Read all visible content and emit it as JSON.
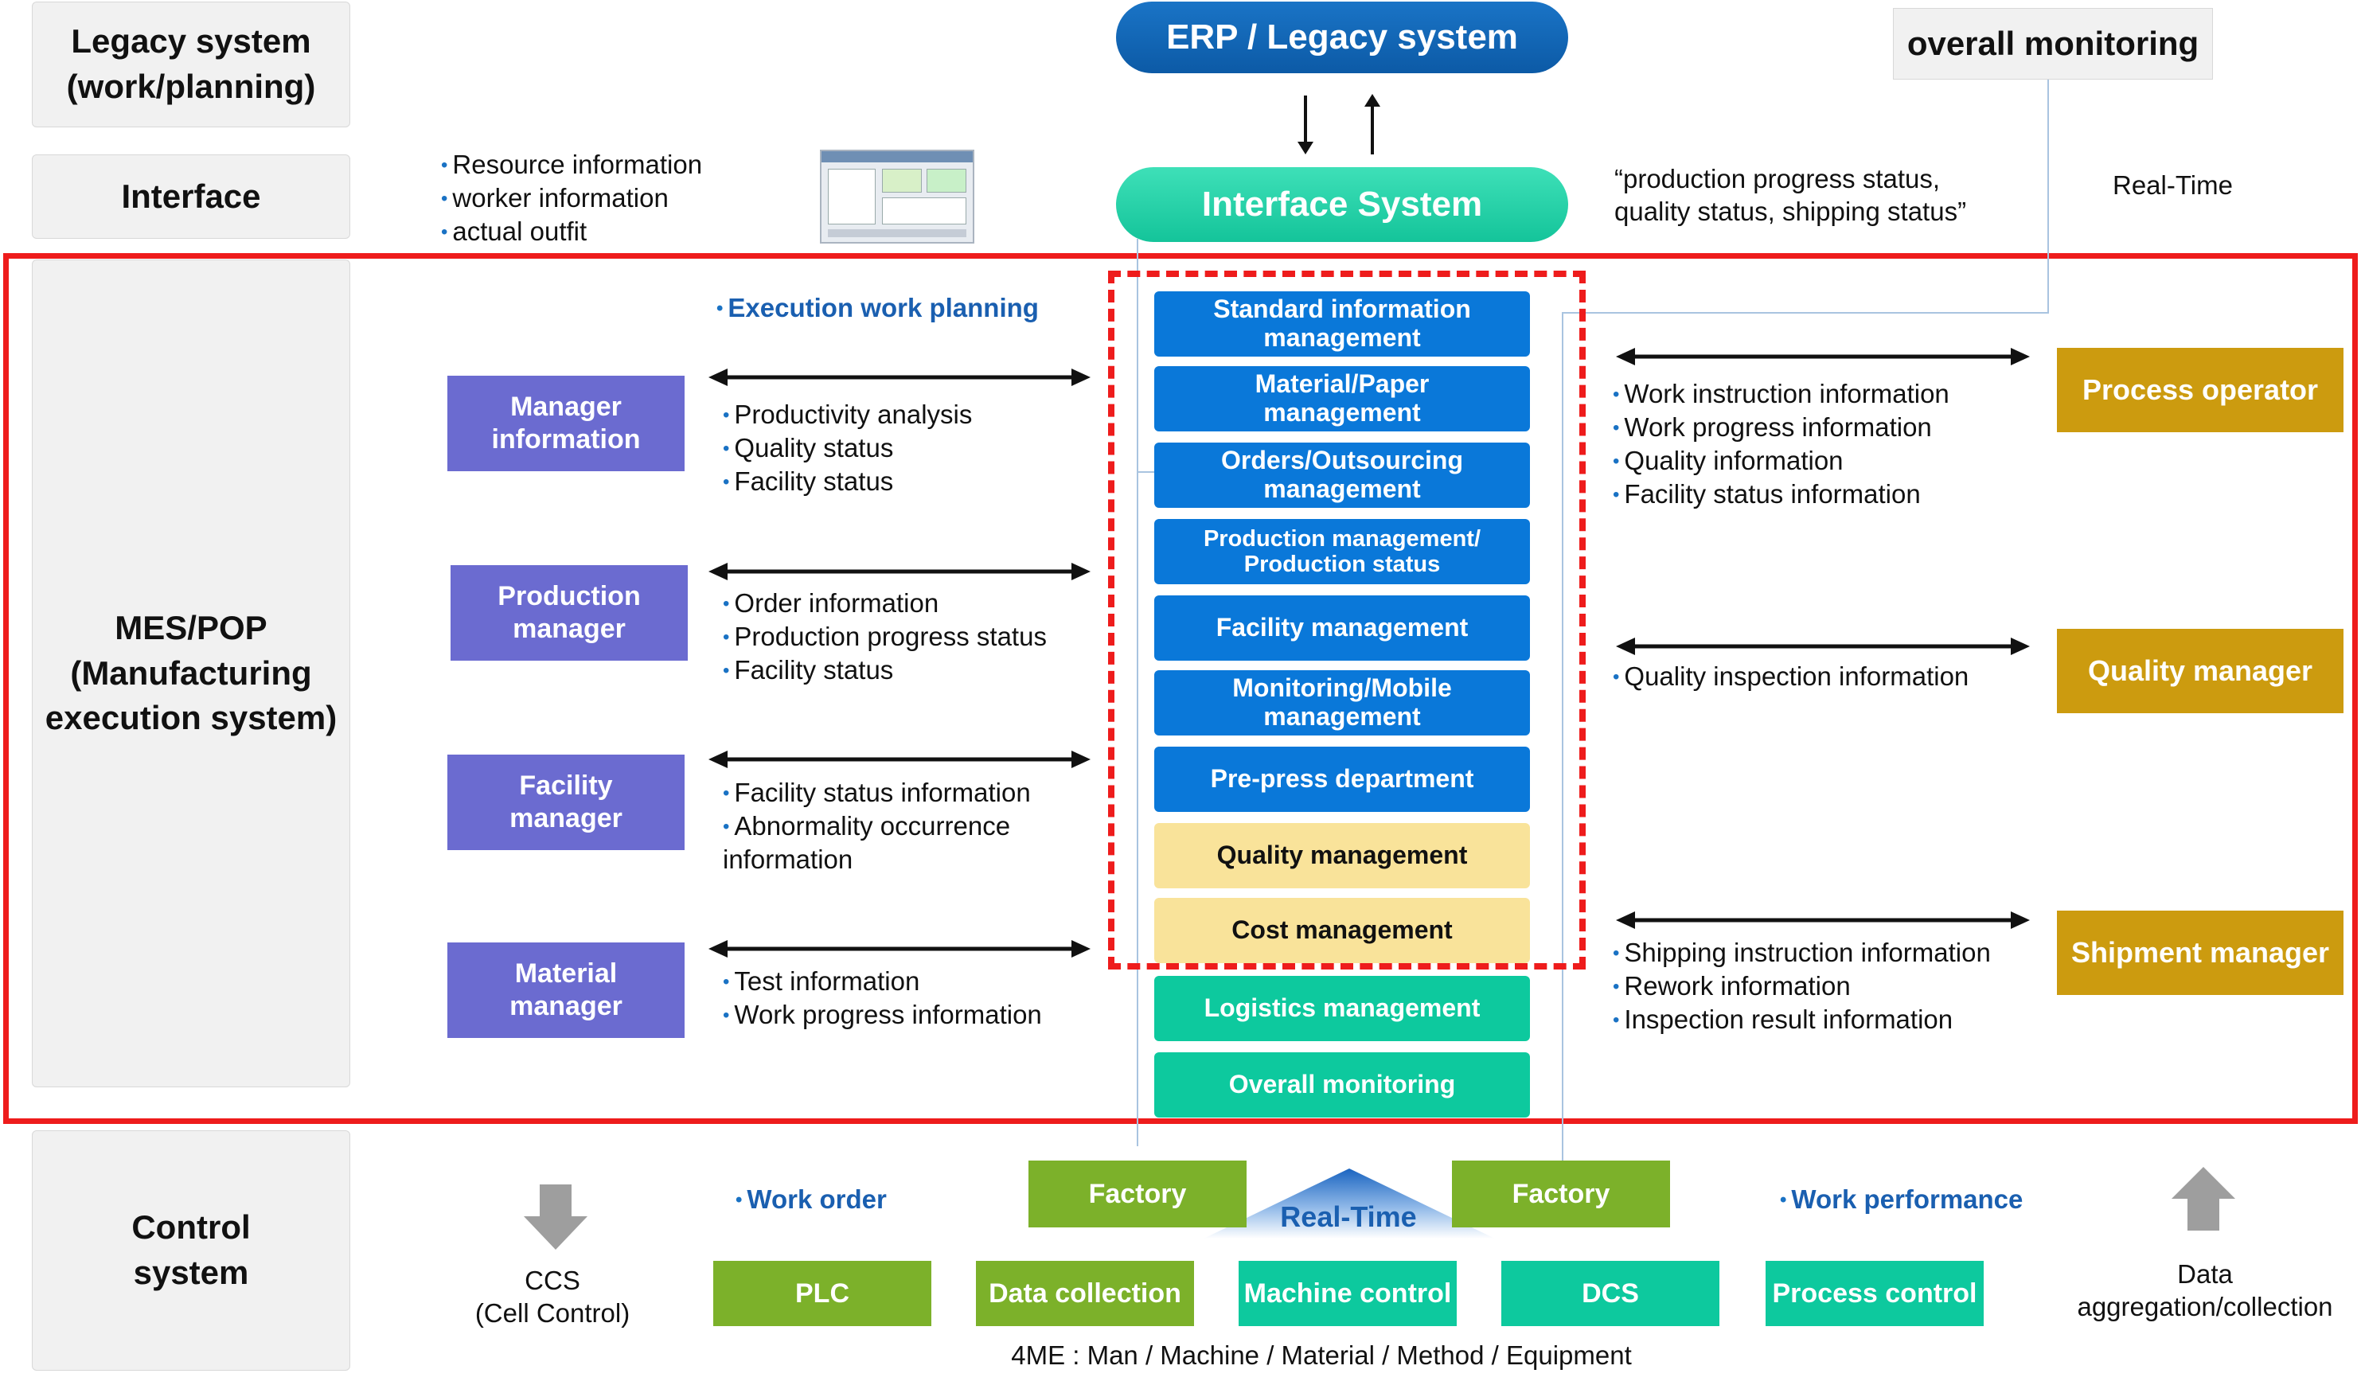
{
  "rows": {
    "legacy": "Legacy system\n(work/planning)",
    "interface": "Interface",
    "mes": "MES/POP\n(Manufacturing\nexecution system)",
    "control": "Control\nsystem"
  },
  "top": {
    "erp": "ERP / Legacy system",
    "interface_system": "Interface System",
    "overall_monitoring": "overall monitoring",
    "realtime": "Real-Time",
    "interface_bullets": [
      "Resource information",
      "worker information",
      "actual outfit"
    ],
    "progress_quote": "“production progress status,\nquality status, shipping status”"
  },
  "execution_planning": "Execution work planning",
  "roles": [
    {
      "label": "Manager\ninformation",
      "bullets": [
        "Productivity analysis",
        "Quality status",
        "Facility status"
      ]
    },
    {
      "label": "Production\nmanager",
      "bullets": [
        "Order information",
        "Production progress status",
        "Facility status"
      ]
    },
    {
      "label": "Facility\nmanager",
      "bullets": [
        "Facility status information",
        "Abnormality occurrence"
      ],
      "continuation": "information"
    },
    {
      "label": "Material\nmanager",
      "bullets": [
        "Test information",
        "Work progress information"
      ]
    }
  ],
  "modules": [
    "Standard information\nmanagement",
    "Material/Paper\nmanagement",
    "Orders/Outsourcing\nmanagement",
    "Production management/\nProduction status",
    "Facility management",
    "Monitoring/Mobile\nmanagement",
    "Pre-press department",
    "Quality management",
    "Cost management",
    "Logistics management",
    "Overall monitoring"
  ],
  "external": [
    {
      "label": "Process operator",
      "bullets": [
        "Work instruction information",
        "Work progress information",
        "Quality information",
        "Facility status information"
      ]
    },
    {
      "label": "Quality manager",
      "bullets": [
        "Quality inspection information"
      ]
    },
    {
      "label": "Shipment manager",
      "bullets": [
        "Shipping instruction information",
        "Rework information",
        "Inspection result information"
      ]
    }
  ],
  "control": {
    "ccs": "CCS\n(Cell Control)",
    "work_order": "Work order",
    "work_performance": "Work performance",
    "factory_left": "Factory",
    "factory_right": "Factory",
    "realtime": "Real-Time",
    "systems": [
      "PLC",
      "Data collection",
      "Machine control",
      "DCS",
      "Process control"
    ],
    "data_aggregation": "Data\naggregation/collection",
    "footer": "4ME : Man / Machine / Material / Method / Equipment"
  },
  "colors": {
    "module_blue": "#0a78d9",
    "module_yellow": "#f9e39a",
    "module_teal": "#0dc99e",
    "role_purple": "#6b6bd0",
    "external_gold": "#cc9b0f",
    "factory_green": "#7cb12a",
    "highlight_red": "#ee1c1c",
    "erp_blue": "#0e62b0"
  }
}
